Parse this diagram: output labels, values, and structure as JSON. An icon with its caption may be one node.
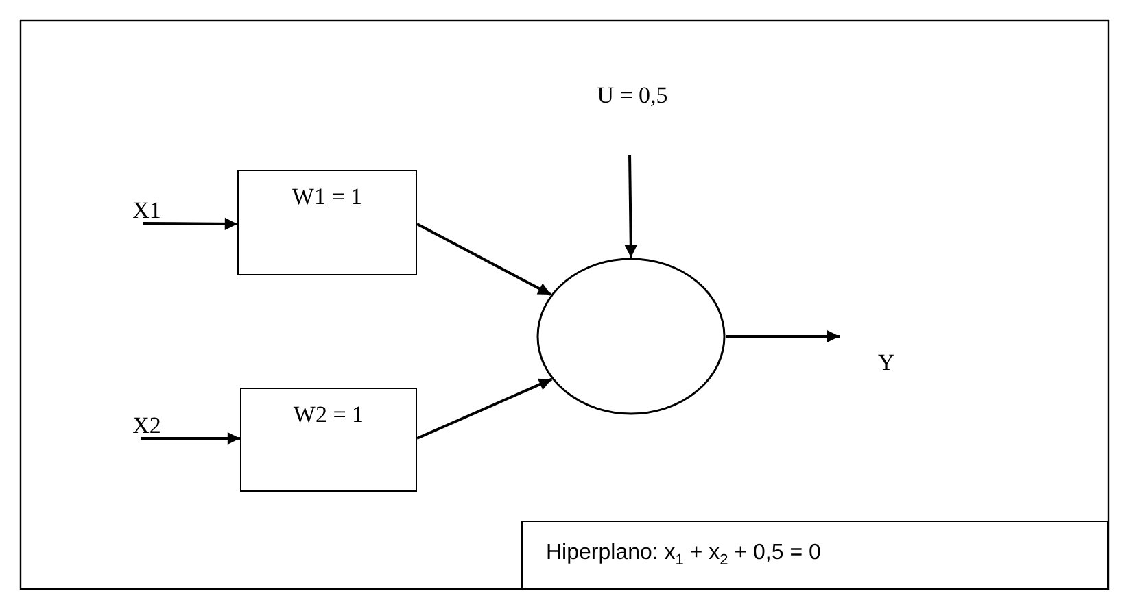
{
  "diagram": {
    "nodes": [
      {
        "text": [
          "X1"
        ]
      },
      {
        "text": [
          "W1 = 1"
        ]
      },
      {
        "text": [
          "X2"
        ]
      },
      {
        "text": [
          "W2 = 1"
        ]
      },
      {
        "text": [
          "U = 0,5"
        ]
      },
      {
        "text": [],
        "shape": "circle"
      },
      {
        "text": [
          "Y"
        ]
      },
      {
        "text": [
          "Hiperplano: x$_{1}$ + x$_{2}$ + 0,5 = 0"
        ]
      }
    ],
    "edges": [
      {
        "from": 0,
        "to": 1,
        "arrow": "to"
      },
      {
        "from": 2,
        "to": 3,
        "arrow": "to"
      },
      {
        "from": 1,
        "to": 5,
        "arrow": "to"
      },
      {
        "from": 3,
        "to": 5,
        "arrow": "to"
      },
      {
        "from": 4,
        "to": 5,
        "arrow": "to"
      },
      {
        "from": 5,
        "to": 6,
        "arrow": "to"
      }
    ]
  }
}
